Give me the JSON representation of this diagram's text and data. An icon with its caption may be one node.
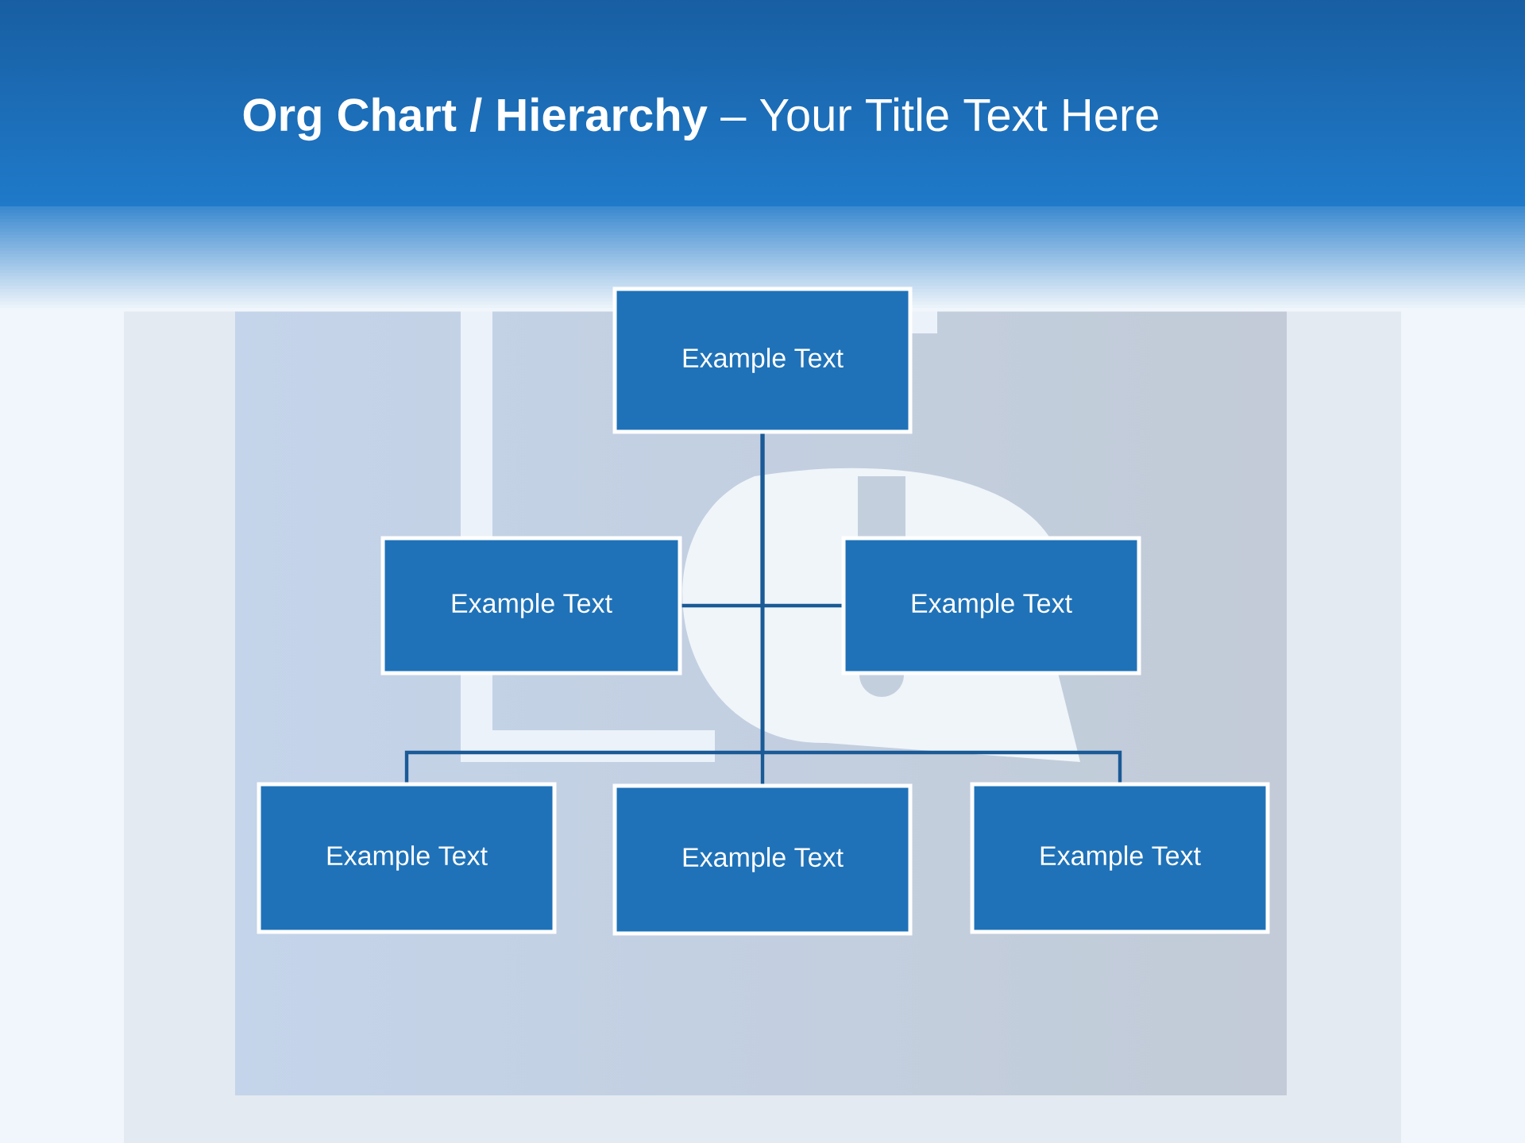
{
  "diagram": {
    "title": "**Org Chart / Hierarchy** – Your Title Text Here",
    "nodes": [
      {
        "text": [
          "Example Text"
        ]
      },
      {
        "text": [
          "Example Text"
        ]
      },
      {
        "text": [
          "Example Text"
        ]
      },
      {
        "text": [
          "Example Text"
        ]
      },
      {
        "text": [
          "Example Text"
        ]
      },
      {
        "text": [
          "Example Text"
        ]
      }
    ],
    "edges": [
      {
        "from": 0,
        "to": 1,
        "arrow": "none"
      },
      {
        "from": 0,
        "to": 2,
        "arrow": "none"
      },
      {
        "from": 0,
        "to": 3,
        "arrow": "none"
      },
      {
        "from": 0,
        "to": 4,
        "arrow": "none"
      },
      {
        "from": 0,
        "to": 5,
        "arrow": "none"
      }
    ]
  }
}
